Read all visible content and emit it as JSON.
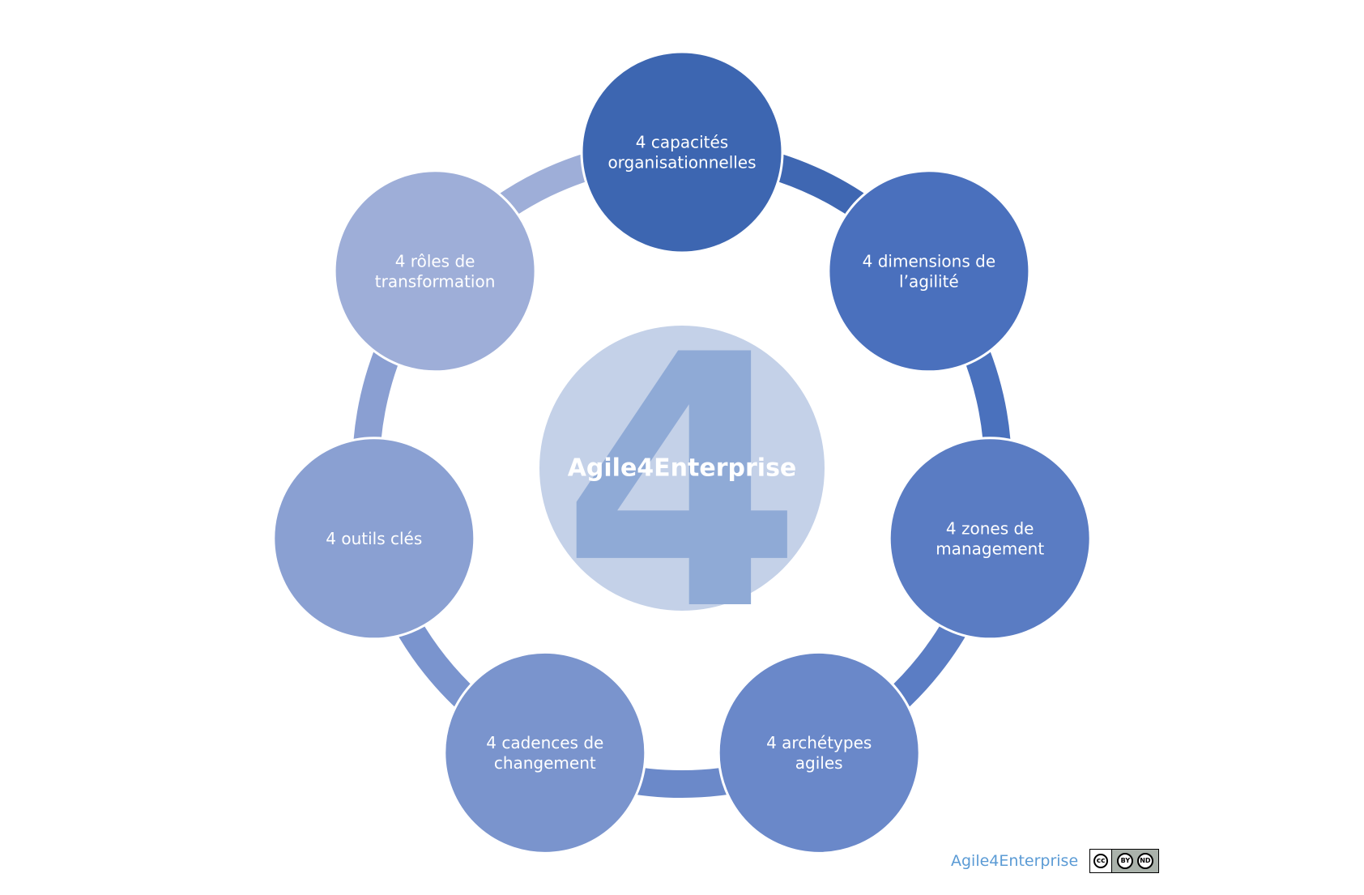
{
  "hub": {
    "label": "Agile4Enterprise",
    "watermark": "4",
    "color": "#c4d1e8",
    "watermark_color": "#8faad6"
  },
  "ring_colors": [
    "#3f67b2",
    "#4a71bd",
    "#5b7dc4",
    "#6b89c9",
    "#7a94ce",
    "#8a9fd2",
    "#9eaed8"
  ],
  "nodes": [
    {
      "lines": [
        "4 capacités",
        "organisationnelles"
      ],
      "color": "#3d66b1",
      "icon": ""
    },
    {
      "lines": [
        "4 dimensions de",
        "l’agilité"
      ],
      "color": "#4a70bd",
      "icon": ""
    },
    {
      "lines": [
        "4 zones de",
        "management"
      ],
      "color": "#5a7cc3",
      "icon": ""
    },
    {
      "lines": [
        "4 archétypes",
        "agiles"
      ],
      "color": "#6a88c9",
      "icon": ""
    },
    {
      "lines": [
        "4 cadences de",
        "changement"
      ],
      "color": "#7a94cd",
      "icon": ""
    },
    {
      "lines": [
        "4 outils clés"
      ],
      "color": "#8aa0d2",
      "icon": ""
    },
    {
      "lines": [
        "4 rôles de",
        "transformation"
      ],
      "color": "#9eaed8",
      "icon": ""
    }
  ],
  "footer": {
    "brand": "Agile4Enterprise",
    "license": {
      "icon": "cc-by-nd-license-icon",
      "cc": "cc",
      "by": "BY",
      "nd": "ND"
    }
  }
}
